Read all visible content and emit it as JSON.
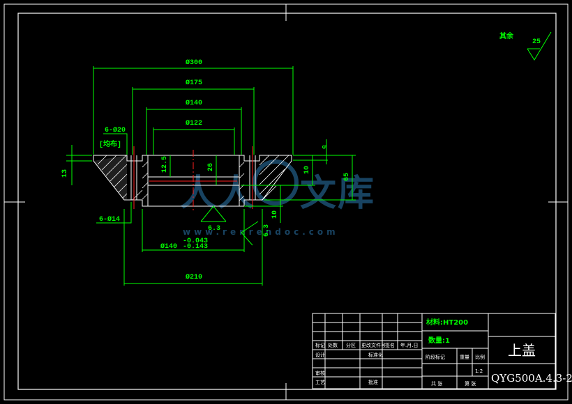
{
  "surface_finish": {
    "label": "其余",
    "value": "25"
  },
  "dimensions": {
    "d300": "Ø300",
    "d175": "Ø175",
    "d140": "Ø140",
    "d122": "Ø122",
    "holes_20": "6-Ø20",
    "even": "[均布]",
    "holes_14": "6-Ø14",
    "d140_tol_main": "Ø140",
    "d140_tol_upper": "-0.043",
    "d140_tol_lower": "-0.143",
    "d210": "Ø210",
    "h5": "5",
    "h13": "13",
    "h12_5": "12.5",
    "h26": "26",
    "h10a": "10",
    "h65": "65",
    "h10b": "10",
    "rough_a": "6.3",
    "rough_b": "6.3"
  },
  "watermark": {
    "chars": "人人文库",
    "url": "www.renrendoc.com"
  },
  "title_block": {
    "material": "材料:HT200",
    "quantity": "数量:1",
    "part_name": "上盖",
    "drawing_no": "QYG500A.4.3-2",
    "scale": "1:2",
    "row_labels": {
      "mark": "标记",
      "count": "处数",
      "zone": "分区",
      "change_doc": "更改文件号",
      "sign": "签名",
      "date": "年.月.日",
      "design": "设计",
      "standardize": "标准化",
      "review": "审核",
      "process": "工艺",
      "approve": "批准",
      "stage_mark": "阶段标记",
      "weight": "重量",
      "ratio": "比例",
      "sheets_total": "共 张",
      "sheet": "第 张"
    }
  }
}
